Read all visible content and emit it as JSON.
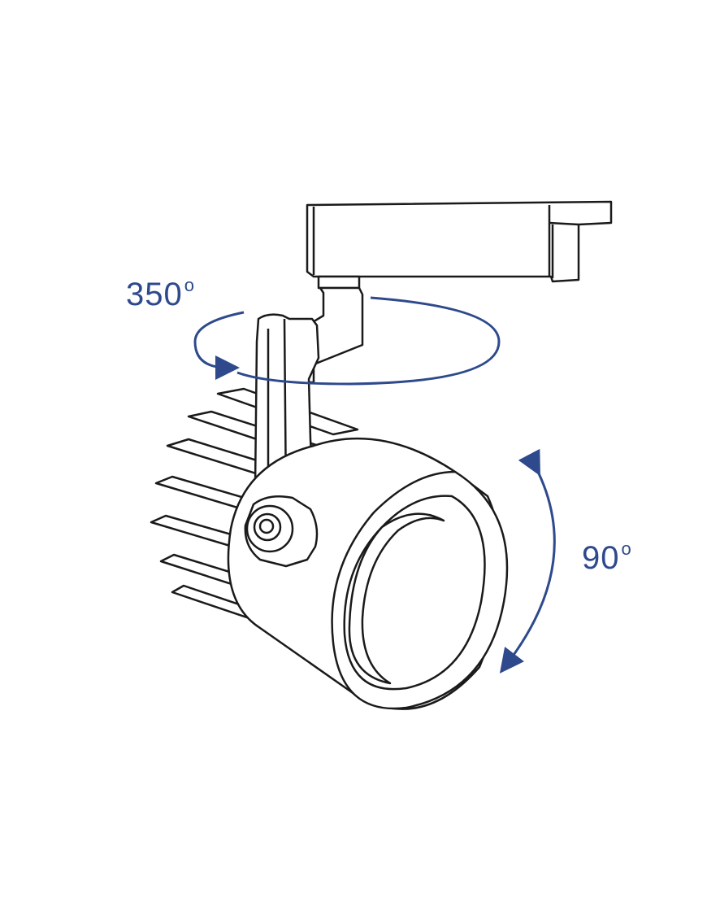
{
  "colors": {
    "line": "#1a1a1a",
    "arrow": "#2e4a8c",
    "fill": "#ffffff"
  },
  "labels": {
    "pan_angle": "350",
    "pan_unit": "o",
    "tilt_angle": "90",
    "tilt_unit": "o"
  }
}
